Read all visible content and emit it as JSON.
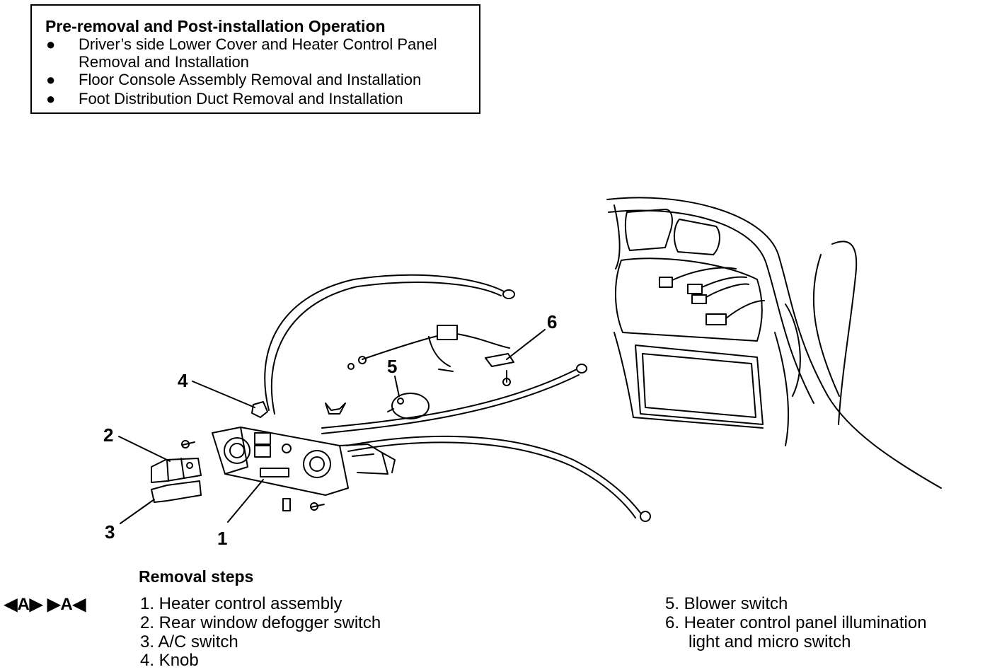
{
  "operation_box": {
    "title": "Pre-removal and Post-installation Operation",
    "bullet_glyph": "●",
    "items": [
      {
        "line1": "Driver’s side Lower Cover and Heater Control Panel",
        "line2": "Removal and Installation"
      },
      {
        "line1": "Floor Console Assembly Removal and Installation"
      },
      {
        "line1": "Foot Distribution Duct Removal and Installation"
      }
    ]
  },
  "callouts": [
    "1",
    "2",
    "3",
    "4",
    "5",
    "6"
  ],
  "removal_steps": {
    "title": "Removal steps",
    "markers": "◀A▶  ▶A◀",
    "steps": [
      "1. Heater control assembly",
      "2. Rear window defogger switch",
      "3. A/C switch",
      "4. Knob",
      "5. Blower switch",
      "6. Heater control panel illumination",
      "light and micro switch"
    ]
  }
}
